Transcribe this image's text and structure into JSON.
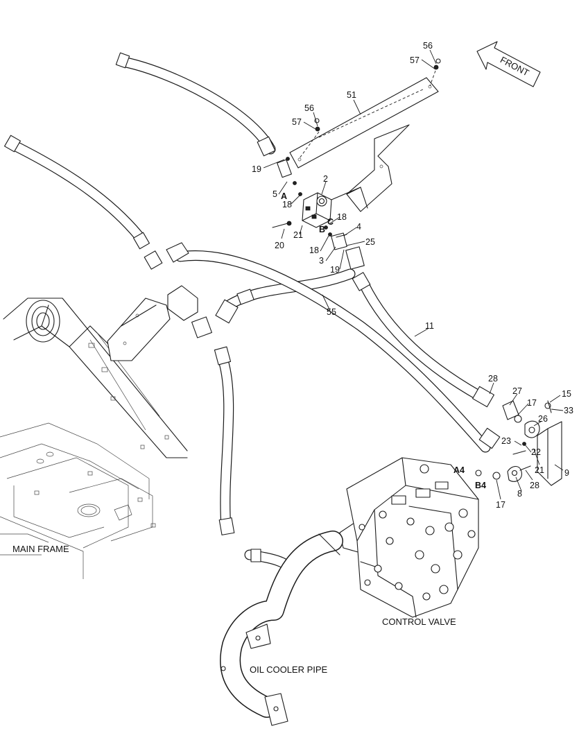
{
  "direction_label": "FRONT",
  "captions": {
    "main_frame": "MAIN FRAME",
    "control_valve": "CONTROL VALVE",
    "oil_cooler_pipe": "OIL COOLER PIPE"
  },
  "ports": [
    "A",
    "B",
    "C",
    "A4",
    "B4"
  ],
  "part_callouts": [
    "56",
    "57",
    "51",
    "56",
    "57",
    "19",
    "5",
    "2",
    "18",
    "20",
    "21",
    "18",
    "18",
    "4",
    "3",
    "19",
    "25",
    "55",
    "11",
    "28",
    "27",
    "15",
    "33",
    "17",
    "26",
    "23",
    "22",
    "21",
    "9",
    "17",
    "8",
    "28"
  ],
  "icons": {
    "front_arrow": "front-direction-arrow-icon"
  }
}
